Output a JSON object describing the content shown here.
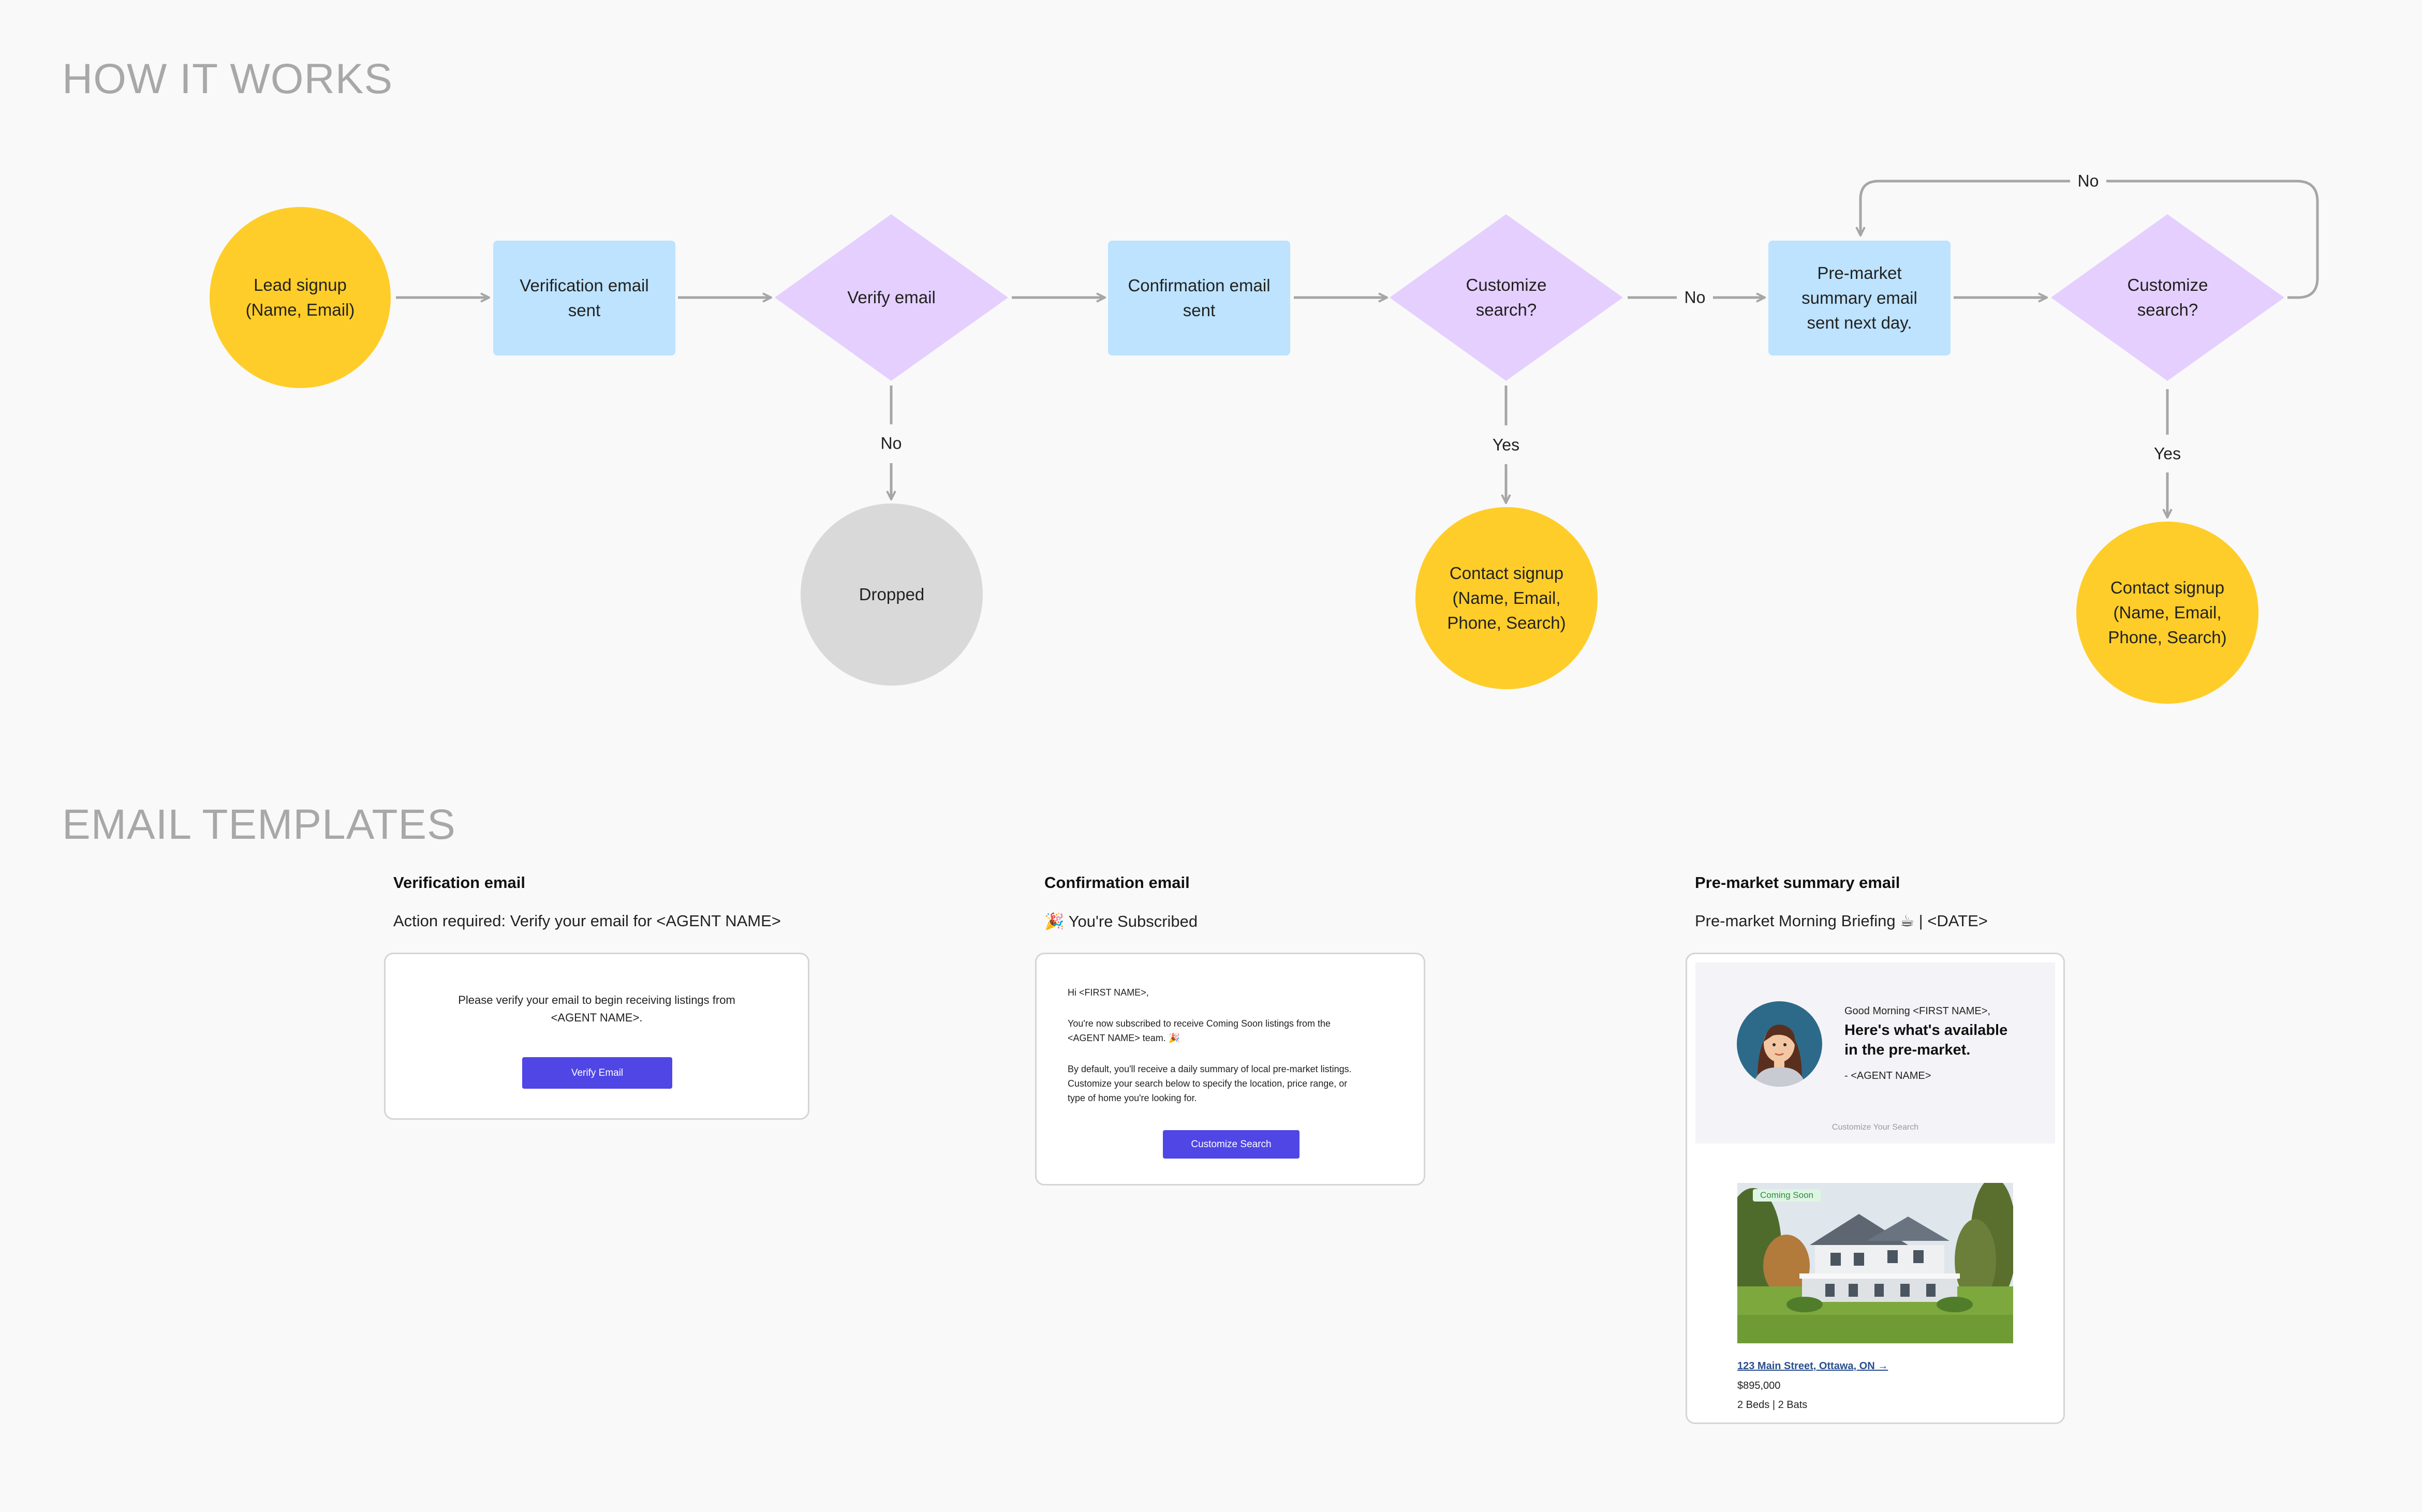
{
  "sections": {
    "how_it_works": "HOW IT WORKS",
    "email_templates": "EMAIL TEMPLATES"
  },
  "flow": {
    "lead_signup": "Lead signup\n(Name, Email)",
    "verification_sent": "Verification email\nsent",
    "verify_email": "Verify email",
    "confirmation_sent": "Confirmation email\nsent",
    "customize_search_1": "Customize\nsearch?",
    "premarket_sent": "Pre-market\nsummary email\nsent next day.",
    "customize_search_2": "Customize\nsearch?",
    "dropped": "Dropped",
    "contact_signup_1": "Contact signup\n(Name, Email,\nPhone, Search)",
    "contact_signup_2": "Contact signup\n(Name, Email,\nPhone, Search)",
    "labels": {
      "no_verify": "No",
      "yes_customize_1": "Yes",
      "no_customize_1": "No",
      "yes_customize_2": "Yes",
      "no_loop": "No"
    }
  },
  "colors": {
    "start_end": "#ffcd29",
    "process": "#bde3fe",
    "decision": "#e5cfff",
    "dropped": "#d9d9d9",
    "button": "#4f46e5"
  },
  "templates": {
    "verification": {
      "name": "Verification email",
      "subject": "Action required: Verify your email for <AGENT NAME>",
      "body": "Please verify your email to begin receiving listings from\n<AGENT NAME>.",
      "button": "Verify Email"
    },
    "confirmation": {
      "name": "Confirmation email",
      "subject": "🎉 You're Subscribed",
      "greeting": "Hi <FIRST NAME>,",
      "para1": "You're now subscribed to receive Coming Soon listings from the\n<AGENT NAME> team. 🎉",
      "para2": "By default, you'll receive a daily summary of local pre-market listings.\nCustomize your search below to specify the location, price range, or\ntype of home you're looking for.",
      "button": "Customize Search"
    },
    "premarket": {
      "name": "Pre-market summary email",
      "subject": "Pre-market Morning Briefing ☕ | <DATE>",
      "greeting": "Good Morning <FIRST NAME>,",
      "headline": "Here's what's available\nin the pre-market.",
      "signoff": "- <AGENT NAME>",
      "customize_link": "Customize Your Search",
      "badge": "Coming Soon",
      "address": "123 Main Street, Ottawa, ON →",
      "price": "$895,000",
      "details": "2 Beds | 2 Bats"
    }
  }
}
